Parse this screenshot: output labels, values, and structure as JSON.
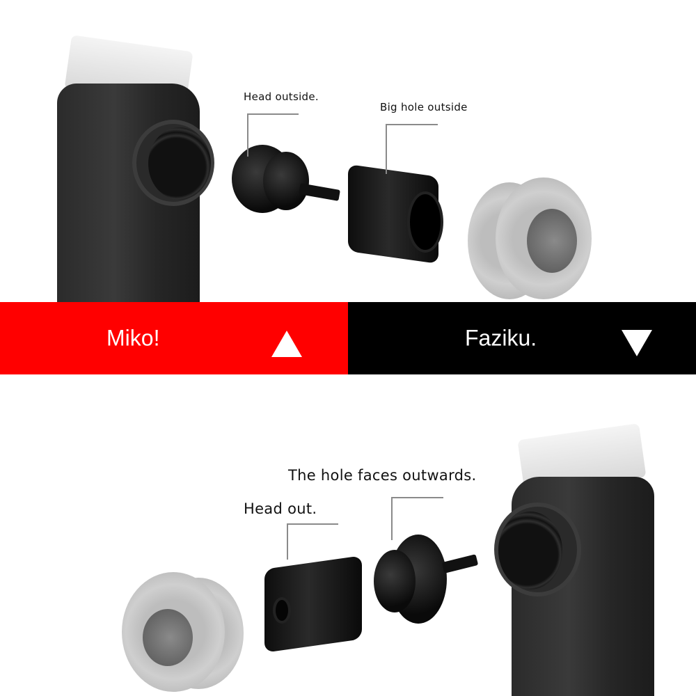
{
  "top_section": {
    "labels": {
      "head": "Head outside.",
      "big_hole": "Big hole outside"
    },
    "parts": [
      "inflator-body",
      "valve-head",
      "black-sleeve",
      "grey-threaded-cap"
    ]
  },
  "banner": {
    "left": {
      "text": "Miko!",
      "icon": "triangle-up-icon",
      "bg_color": "#ff0000"
    },
    "right": {
      "text": "Faziku.",
      "icon": "triangle-down-icon",
      "bg_color": "#000000"
    }
  },
  "bottom_section": {
    "labels": {
      "hole": "The hole faces outwards.",
      "head": "Head out."
    },
    "parts": [
      "grey-threaded-cap",
      "black-sleeve",
      "valve-head",
      "inflator-body"
    ]
  }
}
